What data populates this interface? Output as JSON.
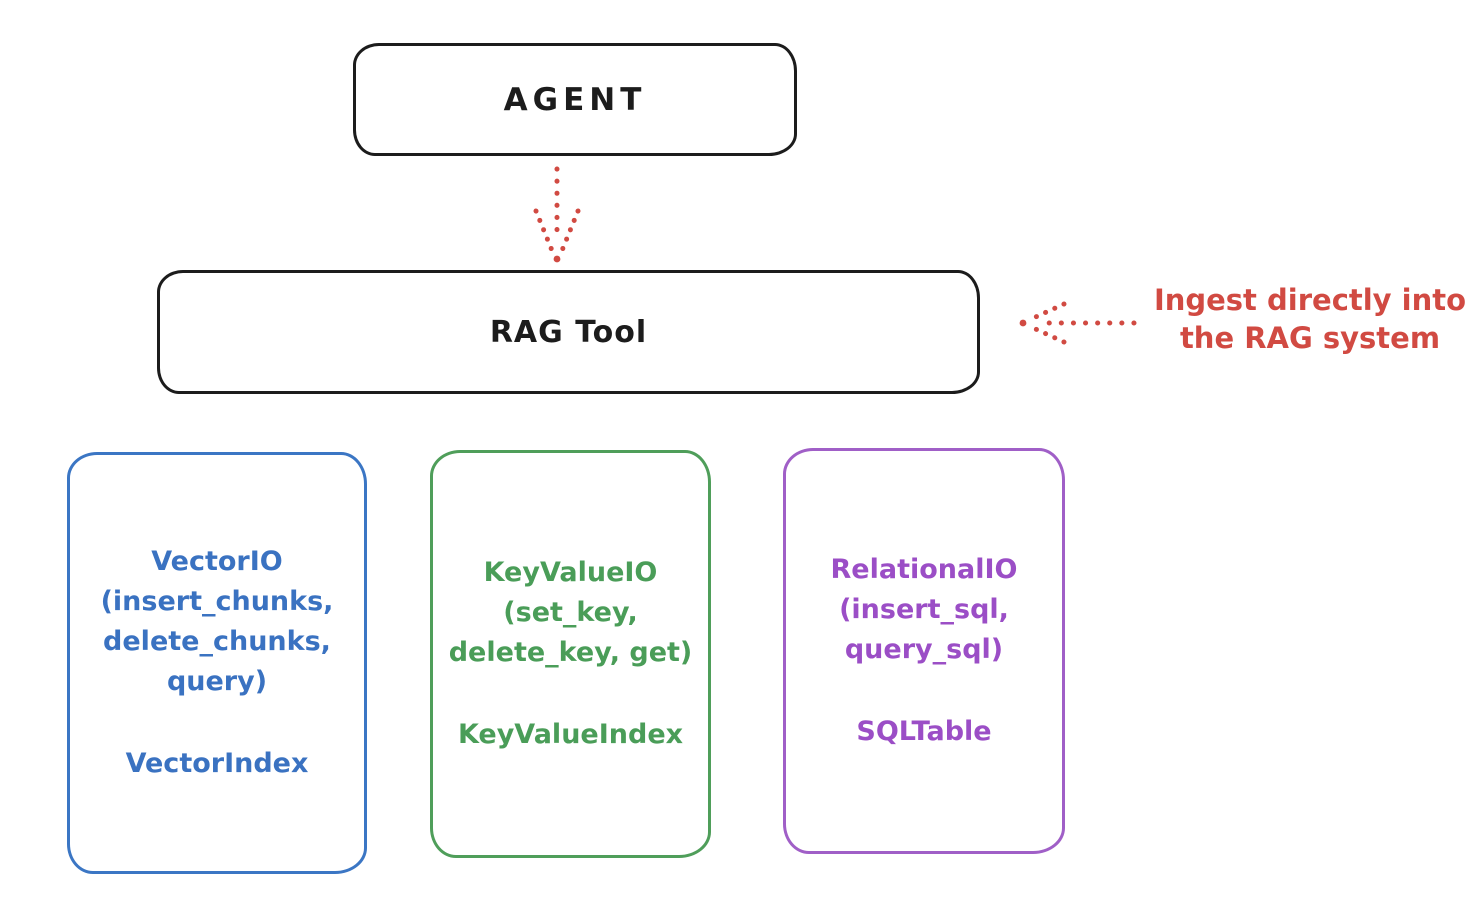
{
  "diagram": {
    "background_color": "#ffffff",
    "stroke_color_black": "#1c1c1c",
    "accent_red": "#d14a42",
    "agent_node": {
      "label": "AGENT"
    },
    "rag_tool_node": {
      "label": "RAG Tool"
    },
    "ingest_annotation": {
      "lines": [
        "Ingest directly into",
        "the RAG system"
      ],
      "color": "#d14a42"
    },
    "arrows": [
      {
        "name": "agent-to-rag-tool",
        "style": "dotted",
        "color": "#d14a42",
        "direction": "down"
      },
      {
        "name": "annotation-to-rag-tool",
        "style": "dotted",
        "color": "#d14a42",
        "direction": "left"
      }
    ],
    "io_nodes": [
      {
        "name": "vector-io",
        "color": "#3b76c4",
        "lines": [
          "VectorIO",
          "(insert_chunks,",
          "delete_chunks,",
          "query)"
        ],
        "index_label": "VectorIndex"
      },
      {
        "name": "key-value-io",
        "color": "#4f9e5a",
        "lines": [
          "KeyValueIO",
          "(set_key,",
          "delete_key, get)"
        ],
        "index_label": "KeyValueIndex"
      },
      {
        "name": "relational-io",
        "color": "#9b4ec6",
        "lines": [
          "RelationalIO",
          "(insert_sql,",
          "query_sql)"
        ],
        "index_label": "SQLTable"
      }
    ]
  }
}
